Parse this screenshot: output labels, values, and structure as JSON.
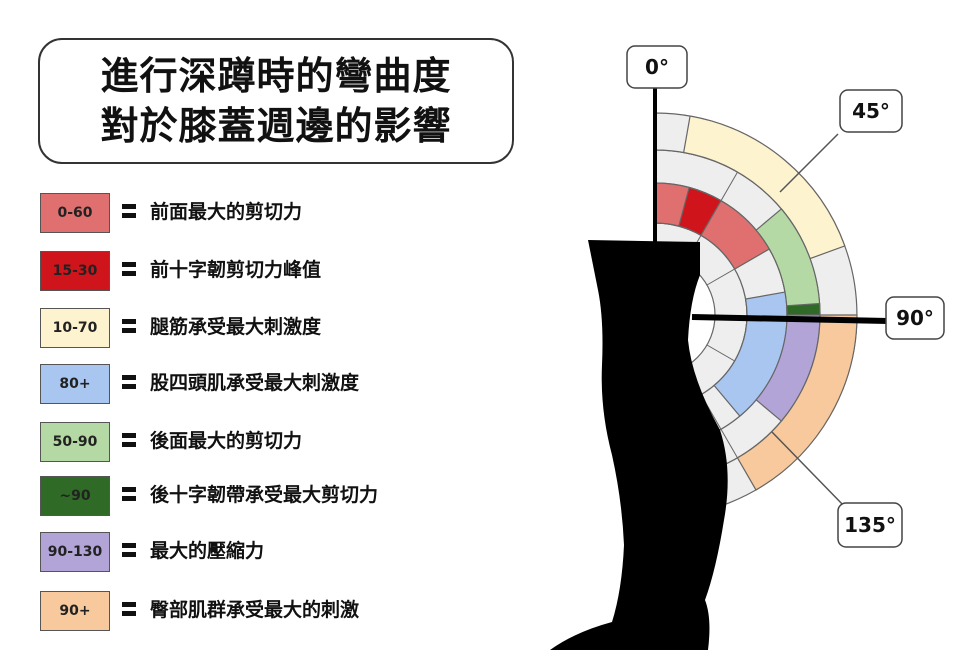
{
  "title": {
    "line1": "進行深蹲時的彎曲度",
    "line2": "對於膝蓋週邊的影響"
  },
  "legend": [
    {
      "range": "0-60",
      "text": "前面最大的剪切力",
      "color": "#e07070",
      "text_color": "#222"
    },
    {
      "range": "15-30",
      "text": "前十字韌剪切力峰值",
      "color": "#d0141c",
      "text_color": "#222"
    },
    {
      "range": "10-70",
      "text": "腿筋承受最大刺激度",
      "color": "#fdf3cf",
      "text_color": "#222"
    },
    {
      "range": "80+",
      "text": "股四頭肌承受最大刺激度",
      "color": "#a9c6f1",
      "text_color": "#222"
    },
    {
      "range": "50-90",
      "text": "後面最大的剪切力",
      "color": "#b5d9a4",
      "text_color": "#222"
    },
    {
      "range": "~90",
      "text": "後十字韌帶承受最大剪切力",
      "color": "#2f6b26",
      "text_color": "#222"
    },
    {
      "range": "90-130",
      "text": "最大的壓縮力",
      "color": "#b3a4d8",
      "text_color": "#222"
    },
    {
      "range": "90+",
      "text": "臀部肌群承受最大的刺激",
      "color": "#f8c99c",
      "text_color": "#222"
    }
  ],
  "angles": [
    "0°",
    "45°",
    "90°",
    "135°"
  ],
  "colors": {
    "ring_bg": "#eeeeee",
    "ring_stroke": "#666666",
    "leg": "#000000"
  }
}
